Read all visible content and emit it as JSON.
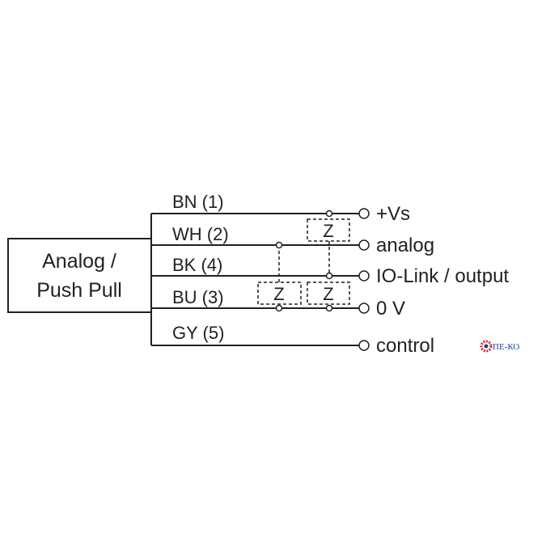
{
  "device_box": {
    "line1": "Analog /",
    "line2": "Push Pull"
  },
  "wires": [
    {
      "label": "BN (1)",
      "terminal": "+Vs"
    },
    {
      "label": "WH (2)",
      "terminal": "analog"
    },
    {
      "label": "BK (4)",
      "terminal": "IO-Link / output"
    },
    {
      "label": "BU (3)",
      "terminal": "0 V"
    },
    {
      "label": "GY (5)",
      "terminal": "control"
    }
  ],
  "load_symbol": "Z",
  "logo": {
    "text": "ПЕ-КО"
  },
  "colors": {
    "line": "#231f20",
    "logo_red": "#d6262b",
    "logo_blue": "#1f3f9a"
  }
}
